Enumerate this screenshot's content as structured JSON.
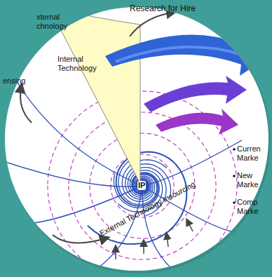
{
  "diagram": {
    "labels": [
      "xternal chnology",
      "Internal Technology",
      "Research for Hire",
      "ensing",
      "Curren Marke",
      "New Marke",
      "Comp Marke",
      "IP",
      "External Technology Insourcing"
    ]
  }
}
